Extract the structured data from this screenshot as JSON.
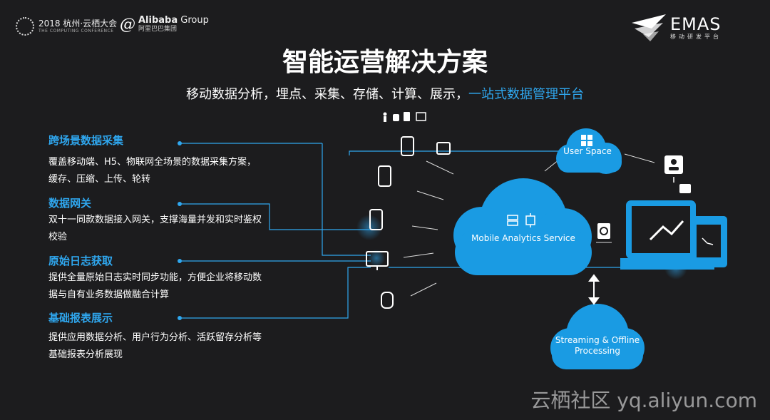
{
  "header": {
    "conference_line1": "2018 杭州·云栖大会",
    "conference_line2": "THE COMPUTING CONFERENCE",
    "alibaba_brand": "Alibaba",
    "alibaba_group": "Group",
    "alibaba_cn": "阿里巴巴集团",
    "emas_name": "EMAS",
    "emas_sub": "移动研发平台"
  },
  "title": "智能运营解决方案",
  "subtitle": {
    "main": "移动数据分析，埋点、采集、存储、计算、展示，",
    "highlight": "一站式数据管理平台"
  },
  "features": [
    {
      "title": "跨场景数据采集",
      "desc": "覆盖移动端、H5、物联网全场景的数据采集方案，缓存、压缩、上传、轮转"
    },
    {
      "title": "数据网关",
      "desc": "双十一同款数据接入网关，支撑海量并发和实时鉴权校验"
    },
    {
      "title": "原始日志获取",
      "desc": "提供全量原始日志实时同步功能，方便企业将移动数据与自有业务数据做融合计算"
    },
    {
      "title": "基础报表展示",
      "desc": "提供应用数据分析、用户行为分析、活跃留存分析等基础报表分析展现"
    }
  ],
  "diagram": {
    "user_space": "User Space",
    "mobile_service": "Mobile Analytics Service",
    "streaming": "Streaming & Offline Processing"
  },
  "colors": {
    "accent": "#2fa7ef",
    "cloud": "#1a9be3",
    "background": "#1c1c1e"
  },
  "watermark": "云栖社区 yq.aliyun.com"
}
